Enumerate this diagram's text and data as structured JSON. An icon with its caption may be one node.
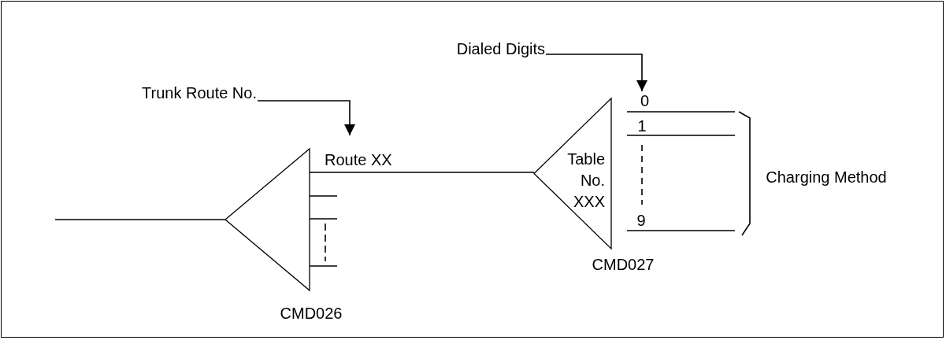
{
  "diagram": {
    "nodes": [
      {
        "text": [],
        "shape": "triangle",
        "beside": [
          "CMD026"
        ]
      },
      {
        "text": [
          "Table No. XXX"
        ],
        "beside": [
          "CMD027"
        ]
      },
      {
        "text": [
          "Trunk Route No."
        ]
      },
      {
        "text": [
          "Dialed Digits"
        ]
      },
      {
        "text": [
          "0"
        ]
      }
    ],
    "edges": [
      {
        "from": null,
        "to": 0,
        "arrow": "none"
      },
      {
        "from": 0,
        "to": 1,
        "label": "Route XX",
        "arrow": "none"
      },
      {
        "from": 2,
        "to": null,
        "arrow": "to"
      },
      {
        "from": 3,
        "to": 4,
        "arrow": "to"
      },
      {
        "from": 0,
        "to": null,
        "arrow": "none"
      },
      {
        "from": 0,
        "to": null,
        "arrow": "none"
      },
      {
        "from": 0,
        "to": null,
        "arrow": "none"
      }
    ],
    "labels": [
      "1",
      "9",
      "Charging Method"
    ]
  }
}
